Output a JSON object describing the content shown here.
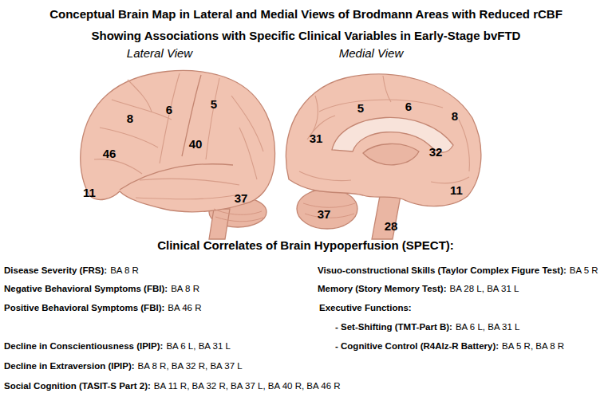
{
  "diagram": {
    "title": "Conceptual Brain Map in Lateral and Medial Views of Brodmann Areas with Reduced rCBF Showing Associations with Specific Clinical Variables in Early-Stage bvFTD",
    "labels": [
      "Lateral View",
      "Medial View",
      "8",
      "6",
      "5",
      "46",
      "40",
      "11",
      "37",
      "5",
      "6",
      "8",
      "31",
      "32",
      "28",
      "11",
      "37",
      "Clinical Correlates of Brain Hypoperfusion (SPECT):",
      "Disease Severity (FRS):",
      "BA 8 R",
      "Negative Behavioral Symptoms (FBI):",
      "BA 8 R",
      "Positive Behavioral Symptoms (FBI):",
      "BA 46 R",
      "Decline in Conscientiousness (IPIP):",
      "BA 6 L, BA 31 L",
      "Decline in Extraversion (IPIP):",
      "BA 8 R, BA 32 R, BA 37 L",
      "Social Cognition (TASIT-S Part 2):",
      "BA 11 R, BA 32 R, BA 37 L, BA 40 R, BA 46 R",
      "Visuo-constructional Skills (Taylor Complex Figure Test):",
      "BA 5 R",
      "Memory (Story Memory Test):",
      "BA 28 L, BA 31 L",
      "Executive Functions:",
      "- Set-Shifting (TMT-Part B):",
      "BA 6 L, BA 31 L",
      "- Cognitive Control (R4Alz-R Battery):",
      "BA 5 R, BA 8 R"
    ]
  }
}
